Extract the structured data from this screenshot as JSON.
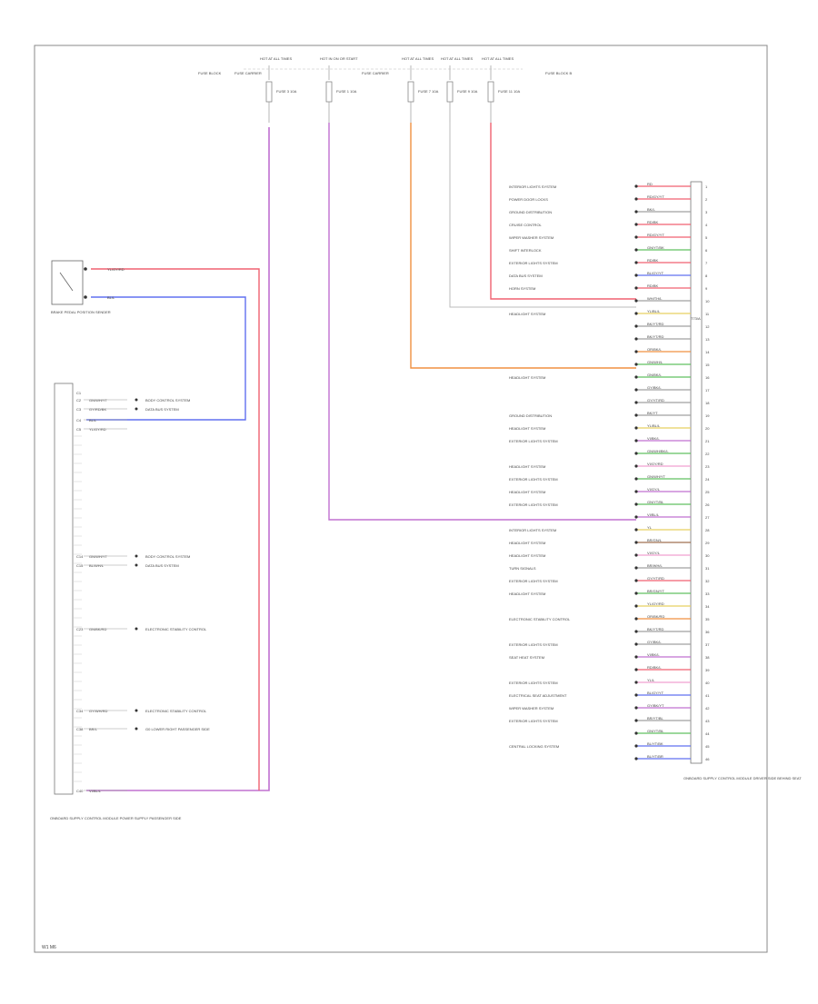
{
  "diagram": {
    "footer_code": "W1 M6",
    "fuses_top": {
      "hot_labels": [
        "HOT AT ALL TIMES",
        "HOT IN ON OR START",
        "HOT AT ALL TIMES",
        "HOT AT ALL TIMES",
        "HOT AT ALL TIMES"
      ],
      "fuse_names": [
        "FUSE 3 10A",
        "FUSE 1 10A",
        "FUSE 7 10A",
        "FUSE 9 10A",
        "FUSE 11 10A"
      ],
      "block_labels": [
        "FUSE BLOCK",
        "FUSE CARRIER",
        "FUSE CARRIER",
        "FUSE BLOCK B"
      ]
    },
    "wire_colors": {
      "red": "#f06070",
      "violet": "#c070d0",
      "blue": "#6070f0",
      "orange": "#f09040",
      "yellow": "#e8d060",
      "green": "#60c060",
      "brown": "#a07050",
      "gray": "#a0a0a0",
      "black": "#333333",
      "pink": "#f0a0d0",
      "lightgreen": "#a0e080"
    },
    "left_switch": {
      "name": "BRAKE PEDAL POSITION SENDER",
      "wires": [
        "YL/GY/RD",
        "BL/L"
      ]
    },
    "left_connector": {
      "name": "ONBOARD SUPPLY CONTROL MODULE POWER SUPPLY PASSENGER SIDE",
      "entries": [
        {
          "pin": "C1",
          "wire": "",
          "desc": ""
        },
        {
          "pin": "C2",
          "wire": "GN/WH/YT",
          "desc": "BODY CONTROL SYSTEM"
        },
        {
          "pin": "C3",
          "wire": "GY/RD/BK",
          "desc": "DATA BUS SYSTEM"
        },
        {
          "pin": "C4",
          "wire": "BL/L",
          "desc": ""
        },
        {
          "pin": "C5",
          "wire": "YL/GY/RD",
          "desc": ""
        },
        {
          "pin": "C14",
          "wire": "GN/WH/YT",
          "desc": "BODY CONTROL SYSTEM"
        },
        {
          "pin": "C15",
          "wire": "BL/WH/L",
          "desc": "DATA BUS SYSTEM"
        },
        {
          "pin": "C23",
          "wire": "GN/BK/RD",
          "desc": "ELECTRONIC STABILITY CONTROL"
        },
        {
          "pin": "C34",
          "wire": "GY/WH/RD",
          "desc": "ELECTRONIC STABILITY CONTROL"
        },
        {
          "pin": "C38",
          "wire": "BR/L",
          "desc": "G0 LOWER RIGHT PASSENGER SIDE"
        },
        {
          "pin": "C40",
          "wire": "VI/BL/L",
          "desc": ""
        }
      ]
    },
    "right_connector": {
      "name": "ONBOARD SUPPLY CONTROL MODULE DRIVER SIDE BEHIND SEAT",
      "header": "T73/A",
      "entries": [
        {
          "wire": "RD",
          "desc": "INTERIOR LIGHTS SYSTEM",
          "color": "red"
        },
        {
          "wire": "RD/GY/YT",
          "desc": "POWER DOOR LOCKS",
          "color": "red"
        },
        {
          "wire": "BK/L",
          "desc": "GROUND DISTRIBUTION",
          "color": "gray"
        },
        {
          "wire": "RD/BK",
          "desc": "CRUISE CONTROL",
          "color": "red"
        },
        {
          "wire": "RD/GY/YT",
          "desc": "WIPER WASHER SYSTEM",
          "color": "red"
        },
        {
          "wire": "GN/YT/BK",
          "desc": "SHIFT INTERLOCK",
          "color": "green"
        },
        {
          "wire": "RD/BK",
          "desc": "EXTERIOR LIGHTS SYSTEM",
          "color": "red"
        },
        {
          "wire": "BL/GY/YT",
          "desc": "DATA BUS SYSTEM",
          "color": "blue"
        },
        {
          "wire": "RD/BK",
          "desc": "HORN SYSTEM",
          "color": "red"
        },
        {
          "wire": "WH/TH/L",
          "desc": "",
          "color": "gray"
        },
        {
          "wire": "YL/BL/L",
          "desc": "HEADLIGHT SYSTEM",
          "color": "yellow"
        },
        {
          "wire": "BK/YT/RD",
          "desc": "",
          "color": "gray"
        },
        {
          "wire": "BK/YT/RD",
          "desc": "",
          "color": "gray"
        },
        {
          "wire": "OR/BK/L",
          "desc": "",
          "color": "orange"
        },
        {
          "wire": "GN/WH/L",
          "desc": "",
          "color": "green"
        },
        {
          "wire": "GN/BK/L",
          "desc": "HEADLIGHT SYSTEM",
          "color": "green"
        },
        {
          "wire": "GY/BK/L",
          "desc": "",
          "color": "gray"
        },
        {
          "wire": "GY/YT/RD",
          "desc": "",
          "color": "gray"
        },
        {
          "wire": "BK/YT",
          "desc": "GROUND DISTRIBUTION",
          "color": "gray"
        },
        {
          "wire": "YL/BL/L",
          "desc": "HEADLIGHT SYSTEM",
          "color": "yellow"
        },
        {
          "wire": "VI/BK/L",
          "desc": "EXTERIOR LIGHTS SYSTEM",
          "color": "violet"
        },
        {
          "wire": "GN/WH/BK/L",
          "desc": "",
          "color": "green"
        },
        {
          "wire": "VI/GY/RD",
          "desc": "HEADLIGHT SYSTEM",
          "color": "pink"
        },
        {
          "wire": "GN/WH/YT",
          "desc": "EXTERIOR LIGHTS SYSTEM",
          "color": "green"
        },
        {
          "wire": "VI/GY/L",
          "desc": "HEADLIGHT SYSTEM",
          "color": "violet"
        },
        {
          "wire": "GN/YT/BL",
          "desc": "EXTERIOR LIGHTS SYSTEM",
          "color": "green"
        },
        {
          "wire": "VI/BL/L",
          "desc": "",
          "color": "violet"
        },
        {
          "wire": "YL",
          "desc": "INTERIOR LIGHTS SYSTEM",
          "color": "yellow"
        },
        {
          "wire": "BR/GN/L",
          "desc": "HEADLIGHT SYSTEM",
          "color": "brown"
        },
        {
          "wire": "VI/GY/L",
          "desc": "HEADLIGHT SYSTEM",
          "color": "pink"
        },
        {
          "wire": "BR/WH/L",
          "desc": "TURN SIGNALS",
          "color": "gray"
        },
        {
          "wire": "GY/YT/RD",
          "desc": "EXTERIOR LIGHTS SYSTEM",
          "color": "red"
        },
        {
          "wire": "BR/GN/YT",
          "desc": "HEADLIGHT SYSTEM",
          "color": "green"
        },
        {
          "wire": "YL/GY/RD",
          "desc": "",
          "color": "yellow"
        },
        {
          "wire": "OR/BK/RD",
          "desc": "ELECTRONIC STABILITY CONTROL",
          "color": "orange"
        },
        {
          "wire": "BK/YT/RD",
          "desc": "",
          "color": "gray"
        },
        {
          "wire": "GY/BK/L",
          "desc": "EXTERIOR LIGHTS SYSTEM",
          "color": "gray"
        },
        {
          "wire": "VI/BK/L",
          "desc": "SEAT HEAT SYSTEM",
          "color": "violet"
        },
        {
          "wire": "RD/BK/L",
          "desc": "",
          "color": "red"
        },
        {
          "wire": "YL/L",
          "desc": "EXTERIOR LIGHTS SYSTEM",
          "color": "pink"
        },
        {
          "wire": "BL/GY/YT",
          "desc": "ELECTRICAL SEAT ADJUSTMENT",
          "color": "blue"
        },
        {
          "wire": "GY/BK/YT",
          "desc": "WIPER WASHER SYSTEM",
          "color": "violet"
        },
        {
          "wire": "BR/YT/BL",
          "desc": "EXTERIOR LIGHTS SYSTEM",
          "color": "gray"
        },
        {
          "wire": "GN/YT/BL",
          "desc": "",
          "color": "green"
        },
        {
          "wire": "BL/YT/BK",
          "desc": "CENTRAL LOCKING SYSTEM",
          "color": "blue"
        },
        {
          "wire": "BL/YT/BR",
          "desc": "",
          "color": "blue"
        }
      ]
    }
  }
}
